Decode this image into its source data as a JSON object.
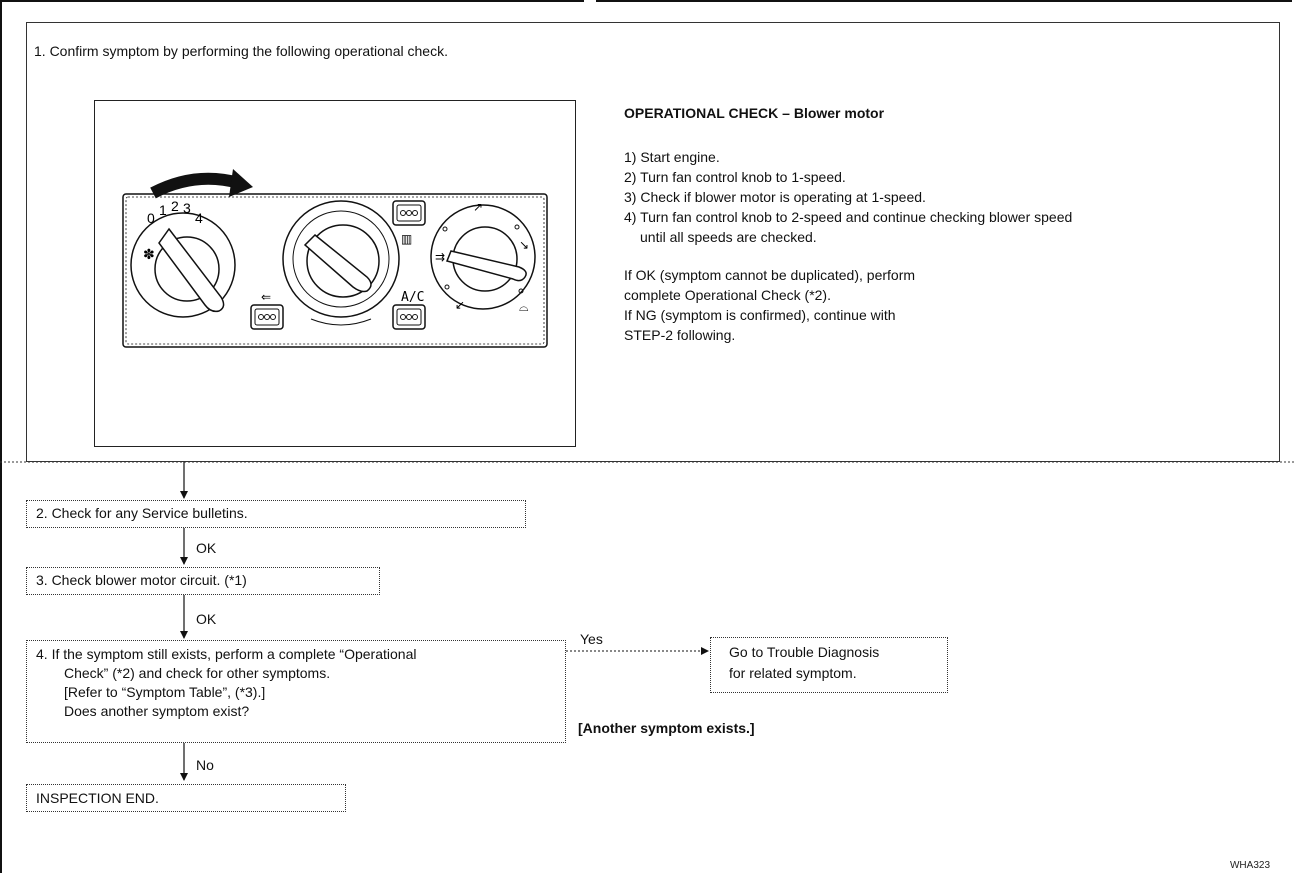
{
  "step1": {
    "heading": "1.  Confirm symptom by performing the following operational check.",
    "check_title": "OPERATIONAL CHECK – Blower motor",
    "steps": [
      "1) Start engine.",
      "2) Turn fan control knob to 1-speed.",
      "3) Check if blower motor is operating at 1-speed.",
      "4) Turn fan control knob to 2-speed and continue checking blower speed",
      "until all speeds are checked."
    ],
    "result_lines": [
      "If OK (symptom cannot be duplicated), perform",
      "complete Operational Check (*2).",
      "If NG (symptom is confirmed), continue with",
      "STEP-2 following."
    ],
    "panel": {
      "fan_scale": [
        "0",
        "1",
        "2",
        "3",
        "4"
      ],
      "ac_label": "A/C"
    }
  },
  "step2": {
    "text": "2.  Check for any Service bulletins."
  },
  "step3": {
    "text": "3.  Check blower motor circuit. (*1)"
  },
  "step4": {
    "lines": [
      "4.  If the symptom still exists, perform a complete “Operational",
      "Check” (*2) and check for other symptoms.",
      "[Refer to “Symptom Table”, (*3).]",
      "Does another symptom exist?"
    ]
  },
  "labels": {
    "ok1": "OK",
    "ok2": "OK",
    "yes": "Yes",
    "no": "No"
  },
  "trouble": {
    "lines": [
      "Go to Trouble Diagnosis",
      "for related symptom."
    ]
  },
  "another": "[Another symptom exists.]",
  "end": "INSPECTION END.",
  "figure_code": "WHA323"
}
